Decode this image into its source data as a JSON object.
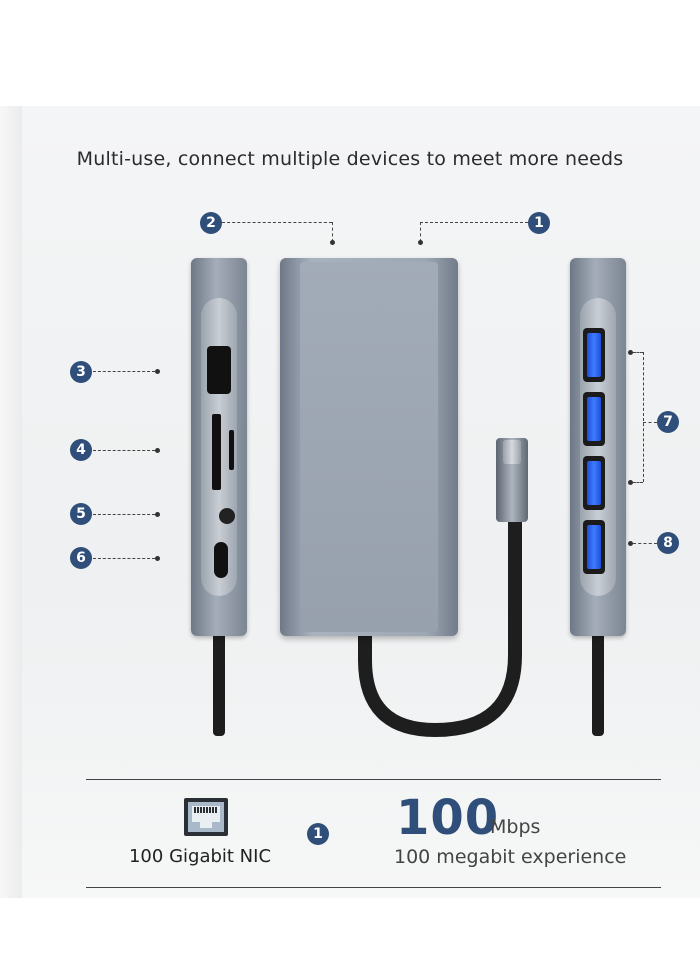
{
  "headline": "Multi-use, connect multiple devices to meet more needs",
  "callouts": {
    "n1": "1",
    "n2": "2",
    "n3": "3",
    "n4": "4",
    "n5": "5",
    "n6": "6",
    "n7": "7",
    "n8": "8"
  },
  "feature": {
    "icon": "ethernet-port-icon",
    "label": "100 Gigabit NIC",
    "badge": "1",
    "speed_value": "100",
    "speed_unit": "Mbps",
    "description": "100 megabit experience"
  },
  "colors": {
    "accent": "#2f4f7a",
    "usb_blue": "#3f7bff",
    "aluminum": "#9ea7b4"
  }
}
